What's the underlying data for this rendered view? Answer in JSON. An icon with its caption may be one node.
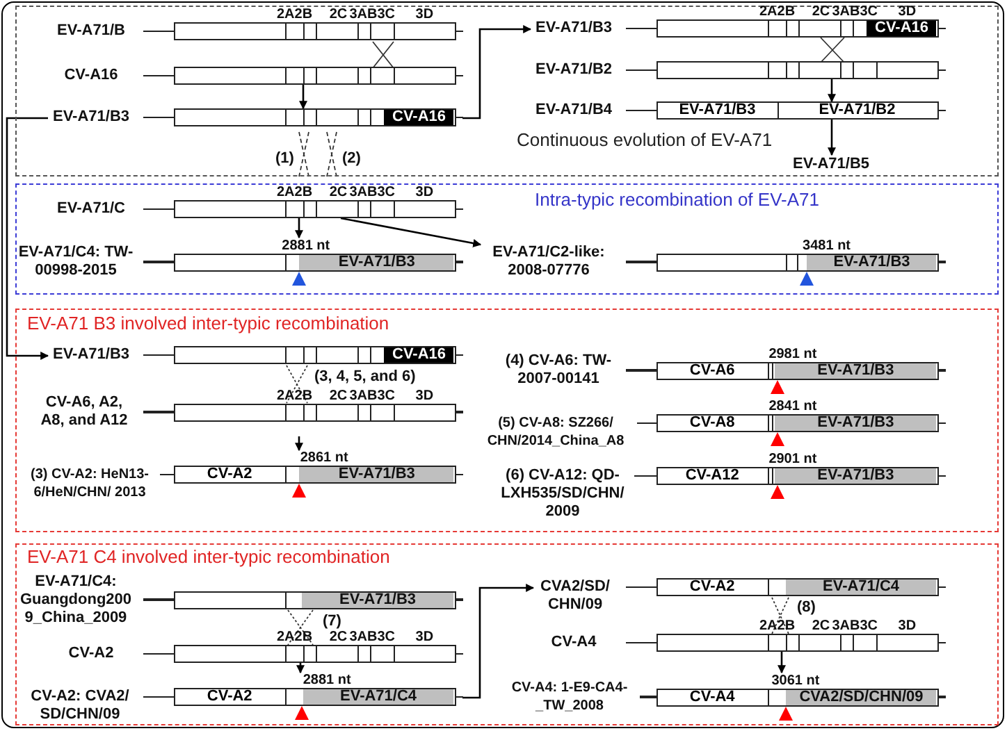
{
  "diagram": {
    "nodes": [
      {
        "text": [
          "Continuous evolution of EV-A71"
        ]
      },
      {
        "text": [
          "EV-A71/B"
        ],
        "in": 0,
        "beside": [
          "2A2B",
          "2C",
          "3AB3C",
          "3D"
        ]
      },
      {
        "text": [
          "CV-A16"
        ],
        "in": 0
      },
      {
        "text": [
          "EV-A71/B3",
          "CV-A16"
        ],
        "in": 0
      },
      {
        "text": [
          "EV-A71/B3",
          "CV-A16"
        ],
        "in": 0,
        "beside": [
          "2A2B",
          "2C",
          "3AB3C",
          "3D"
        ]
      },
      {
        "text": [
          "EV-A71/B2"
        ],
        "in": 0
      },
      {
        "text": [
          "EV-A71/B4",
          "EV-A71/B3",
          "EV-A71/B2"
        ],
        "in": 0
      },
      {
        "text": [
          "EV-A71/B5"
        ],
        "in": 0
      },
      {
        "text": [
          "Intra-typic recombination of EV-A71"
        ]
      },
      {
        "text": [
          "EV-A71/C"
        ],
        "in": 8,
        "beside": [
          "2A2B",
          "2C",
          "3AB3C",
          "3D"
        ]
      },
      {
        "text": [
          "EV-A71/C4: TW-00998-2015",
          "EV-A71/B3"
        ],
        "in": 8,
        "beside": [
          "2881 nt"
        ]
      },
      {
        "text": [
          "EV-A71/C2-like: 2008-07776",
          "EV-A71/B3"
        ],
        "in": 8,
        "beside": [
          "3481 nt"
        ]
      },
      {
        "text": [
          "EV-A71 B3 involved inter-typic recombination"
        ]
      },
      {
        "text": [
          "EV-A71/B3",
          "CV-A16"
        ],
        "in": 12
      },
      {
        "text": [
          "CV-A6, A2, A8, and A12"
        ],
        "in": 12,
        "beside": [
          "2A2B",
          "2C",
          "3AB3C",
          "3D"
        ]
      },
      {
        "text": [
          "(3) CV-A2: HeN13- 6/HeN/CHN/ 2013",
          "CV-A2",
          "EV-A71/B3"
        ],
        "in": 12,
        "beside": [
          "2861 nt"
        ]
      },
      {
        "text": [
          "(4) CV-A6: TW- 2007-00141",
          "CV-A6",
          "EV-A71/B3"
        ],
        "in": 12,
        "beside": [
          "2981 nt"
        ]
      },
      {
        "text": [
          "(5) CV-A8: SZ266/ CHN/2014_China_A8",
          "CV-A8",
          "EV-A71/B3"
        ],
        "in": 12,
        "beside": [
          "2841 nt"
        ]
      },
      {
        "text": [
          "(6) CV-A12: QD- LXH535/SD/CHN/ 2009",
          "CV-A12",
          "EV-A71/B3"
        ],
        "in": 12,
        "beside": [
          "2901 nt"
        ]
      },
      {
        "text": [
          "EV-A71 C4 involved inter-typic recombination"
        ]
      },
      {
        "text": [
          "EV-A71/C4: Guangdong200 9_China_2009",
          "EV-A71/B3"
        ],
        "in": 19
      },
      {
        "text": [
          "CV-A2"
        ],
        "in": 19,
        "beside": [
          "2A2B",
          "2C",
          "3AB3C",
          "3D"
        ]
      },
      {
        "text": [
          "CV-A2: CVA2/ SD/CHN/09",
          "CV-A2",
          "EV-A71/C4"
        ],
        "in": 19,
        "beside": [
          "2881 nt"
        ]
      },
      {
        "text": [
          "CVA2/SD/ CHN/09",
          "CV-A2",
          "EV-A71/C4"
        ],
        "in": 19
      },
      {
        "text": [
          "CV-A4"
        ],
        "in": 19,
        "beside": [
          "2A2B",
          "2C",
          "3AB3C",
          "3D"
        ]
      },
      {
        "text": [
          "CV-A4: 1-E9-CA4- _TW_2008",
          "CV-A4",
          "CVA2/SD/CHN/09"
        ],
        "in": 19,
        "beside": [
          "3061 nt"
        ]
      }
    ],
    "edges": [
      {
        "from": 2,
        "to": 3,
        "arrow": "to"
      },
      {
        "from": 3,
        "to": 4,
        "arrow": "to"
      },
      {
        "from": 5,
        "to": 6,
        "arrow": "to"
      },
      {
        "from": 6,
        "to": 7,
        "arrow": "to"
      },
      {
        "from": 3,
        "to": 13,
        "arrow": "to"
      },
      {
        "from": 9,
        "to": 10,
        "arrow": "to"
      },
      {
        "from": 9,
        "to": 11,
        "arrow": "to"
      },
      {
        "from": 14,
        "to": 15,
        "arrow": "to"
      },
      {
        "from": 21,
        "to": 22,
        "arrow": "to"
      },
      {
        "from": 22,
        "to": 23,
        "arrow": "to"
      },
      {
        "from": 24,
        "to": 25,
        "arrow": "to"
      }
    ],
    "labels": [
      "(1)",
      "(2)",
      "(3, 4, 5, and 6)",
      "(7)",
      "(8)"
    ]
  }
}
